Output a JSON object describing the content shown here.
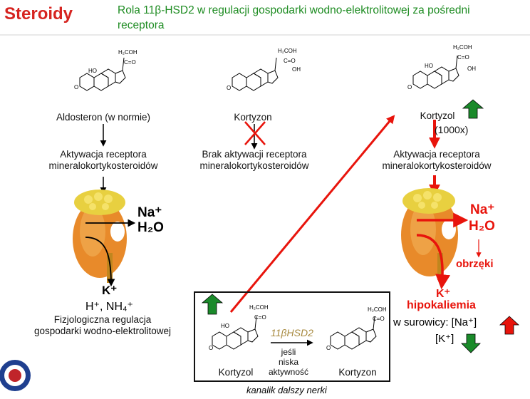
{
  "header": {
    "title": "Steroidy",
    "subtitle_line1": "Rola 11β-HSD2 w regulacji gospodarki wodno-elektrolitowej za pośredni",
    "subtitle_line2": "receptora"
  },
  "left": {
    "steroid": "Aldosteron (w normie)",
    "receptor_line1": "Aktywacja receptora",
    "receptor_line2": "mineralokortykosteroidów",
    "na": "Na⁺",
    "h2o": "H₂O",
    "k": "K⁺",
    "h_nh4": "H⁺, NH₄⁺",
    "reg_line1": "Fizjologiczna regulacja",
    "reg_line2": "gospodarki wodno-elektrolitowej"
  },
  "middle": {
    "steroid": "Kortyzon",
    "receptor_line1": "Brak aktywacji receptora",
    "receptor_line2": "mineralokortykosteroidów"
  },
  "right": {
    "steroid": "Kortyzol",
    "amount": "(1000x)",
    "receptor_line1": "Aktywacja receptora",
    "receptor_line2": "mineralokortykosteroidów",
    "na": "Na⁺",
    "h2o": "H₂O",
    "edema": "obrzęki",
    "k": "K⁺",
    "hypokalemia": "hipokaliemia",
    "serum_label": "w surowicy: [Na⁺]",
    "serum_k": "[K⁺]"
  },
  "box": {
    "left_label": "Kortyzol",
    "enzyme": "11βHSD2",
    "cond_line1": "jeśli",
    "cond_line2": "niska",
    "cond_line3": "aktywność",
    "right_label": "Kortyzon",
    "caption": "kanalik dalszy nerki"
  },
  "formula": {
    "h2coh": "H₂COH",
    "co": "C=O",
    "ho": "HO",
    "oh": "OH",
    "o": "O"
  },
  "colors": {
    "title": "#d62420",
    "subtitle": "#1e8c22",
    "red": "#e8140c",
    "green_arrow": "#1a8a2a",
    "kidney": "#e88a2a",
    "adrenal": "#e8d040"
  }
}
